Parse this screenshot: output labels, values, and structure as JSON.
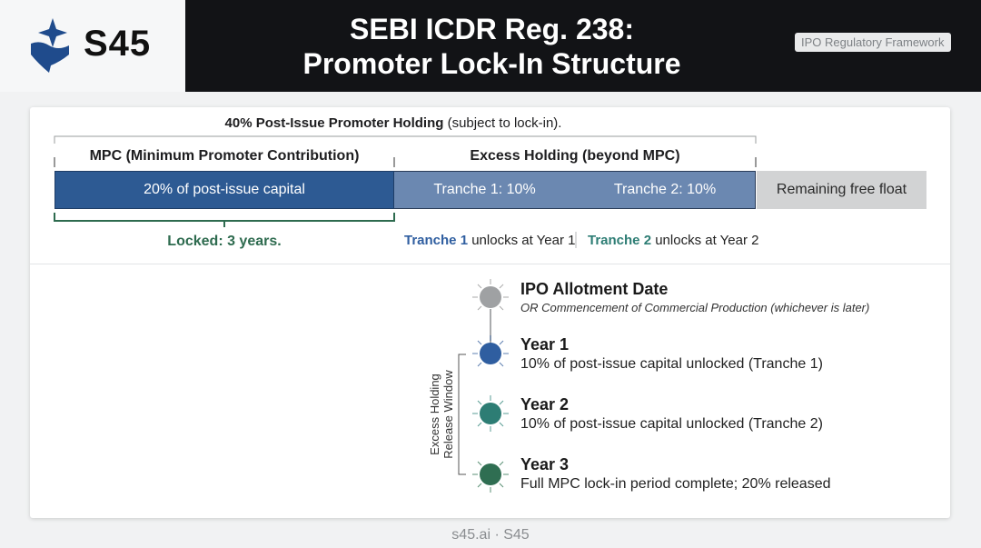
{
  "brand": {
    "name": "S45"
  },
  "header": {
    "title_line1": "SEBI ICDR Reg. 238:",
    "title_line2": "Promoter Lock-In Structure",
    "badge": "IPO Regulatory Framework"
  },
  "holding": {
    "top_bold": "40% Post-Issue Promoter Holding",
    "top_normal": " (subject to lock-in).",
    "mpc_header": "MPC (Minimum Promoter Contribution)",
    "excess_header": "Excess Holding (beyond MPC)",
    "segments": {
      "mpc": "20% of post-issue capital",
      "tranche1": "Tranche 1: 10%",
      "tranche2": "Tranche 2: 10%",
      "free": "Remaining free float"
    },
    "locked_note": "Locked: 3 years.",
    "tranche1_note_bold": "Tranche 1",
    "tranche1_note_rest": " unlocks at Year 1",
    "tranche2_note_bold": "Tranche 2",
    "tranche2_note_rest": " unlocks at Year 2"
  },
  "timeline": {
    "window_label_line1": "Excess Holding",
    "window_label_line2": "Release Window",
    "events": [
      {
        "title": "IPO Allotment Date",
        "subtitle": "OR Commencement of Commercial Production (whichever is later)"
      },
      {
        "title": "Year 1",
        "subtitle": "10% of post-issue capital unlocked (Tranche 1)"
      },
      {
        "title": "Year 2",
        "subtitle": "10% of post-issue capital unlocked (Tranche 2)"
      },
      {
        "title": "Year 3",
        "subtitle": "Full MPC lock-in period complete; 20% released"
      }
    ]
  },
  "footer": {
    "text": "s45.ai · S45"
  },
  "colors": {
    "mpc": "#2d5a93",
    "tranche": "#6b88b1",
    "free": "#d2d3d4",
    "locked_green": "#2e6b4f",
    "teal": "#2d7d74",
    "year1": "#2f5ea0",
    "year3": "#2f6e52",
    "gray_node": "#9fa1a3"
  }
}
